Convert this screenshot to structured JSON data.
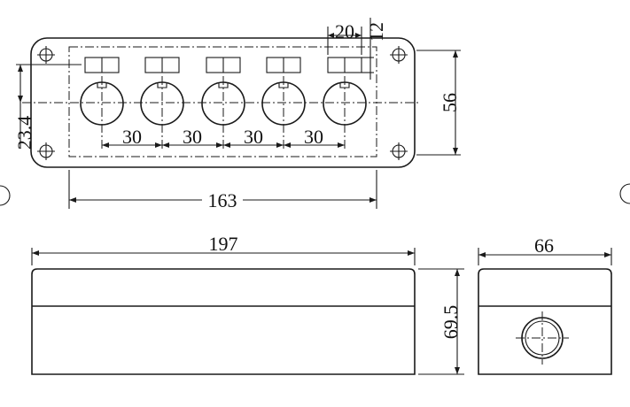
{
  "dimensions": {
    "slot_width": "20",
    "slot_height": "12",
    "side_offset": "23.4",
    "hole_spacing_1": "30",
    "hole_spacing_2": "30",
    "hole_spacing_3": "30",
    "hole_spacing_4": "30",
    "mount_spacing": "163",
    "front_height": "56",
    "overall_length": "197",
    "overall_depth": "66",
    "overall_height": "69.5"
  },
  "colors": {
    "line": "#1a1a1a",
    "background": "#ffffff"
  }
}
